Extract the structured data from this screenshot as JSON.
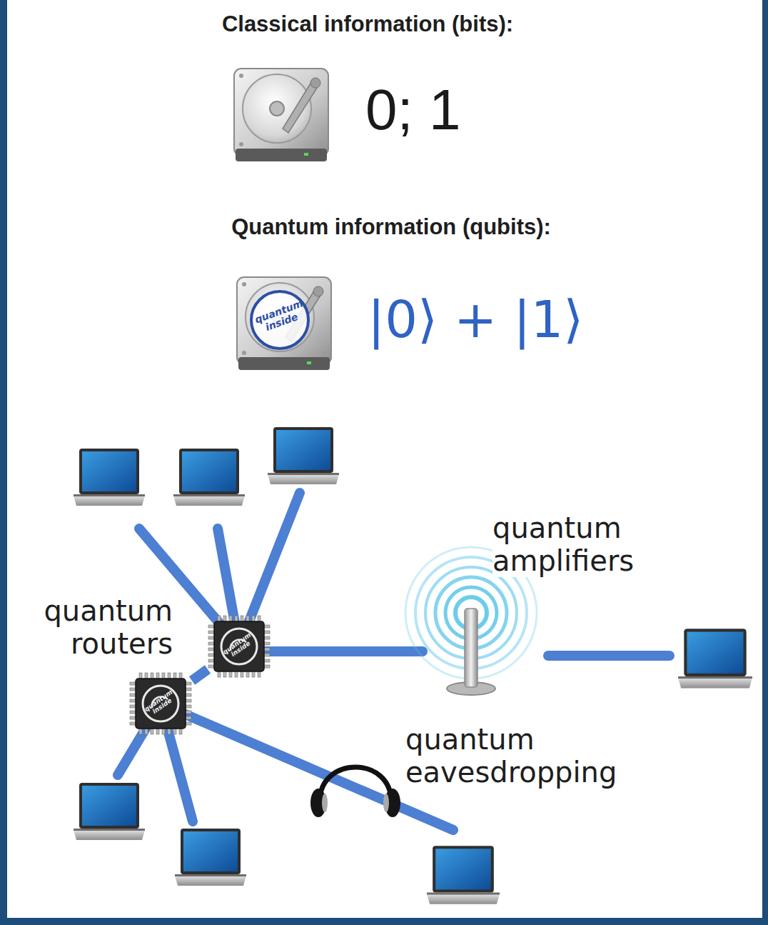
{
  "diagram": {
    "nodes": [
      {
        "text": [
          "quantum inside"
        ]
      },
      {
        "text": [
          "quantum inside"
        ]
      }
    ],
    "edges": [
      {
        "from": 0,
        "to": 1,
        "arrow": "none"
      }
    ],
    "labels": [
      "Classical information (bits):",
      "0; 1",
      "Quantum information (qubits):",
      "quantum inside",
      "|0⟩ + |1⟩",
      "quantum amplifiers",
      "quantum routers",
      "quantum eavesdropping"
    ]
  }
}
